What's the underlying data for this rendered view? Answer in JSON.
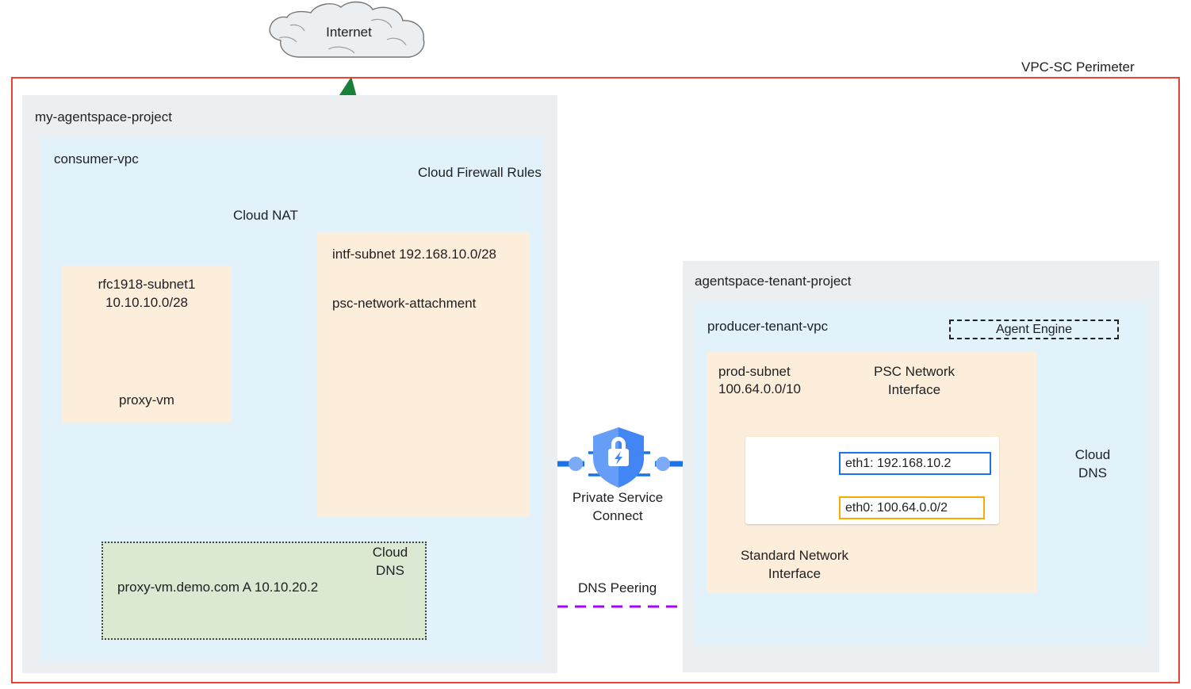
{
  "diagram": {
    "perimeter_label": "VPC-SC Perimeter",
    "internet_label": "Internet",
    "colors": {
      "perimeter": "#ea4335",
      "project_bg": "#eceff1",
      "vpc_bg": "#e1f2fb",
      "subnet_bg": "#fdeedc",
      "dns_zone_bg": "#dce9d2",
      "psc_blue": "#1a73e8",
      "nat_green": "#188038",
      "eth0_orange": "#f9ab00",
      "dns_peering_purple": "#aa00ff"
    },
    "consumer": {
      "project_name": "my-agentspace-project",
      "vpc_name": "consumer-vpc",
      "cloud_nat_label": "Cloud NAT",
      "firewall_label": "Cloud Firewall Rules",
      "rfc1918_subnet": "rfc1918-subnet1",
      "rfc1918_cidr": "10.10.10.0/28",
      "vm_name": "proxy-vm",
      "intf_subnet": "intf-subnet 192.168.10.0/28",
      "psc_attachment": "psc-network-attachment",
      "dns_record": "proxy-vm.demo.com  A 10.10.20.2",
      "dns_label": "Cloud DNS"
    },
    "psc": {
      "label": "Private Service Connect"
    },
    "tenant": {
      "project_name": "agentspace-tenant-project",
      "vpc_name": "producer-tenant-vpc",
      "agent_engine": "Agent Engine",
      "prod_subnet": "prod-subnet",
      "prod_cidr": "100.64.0.0/10",
      "psc_nif_label": "PSC Network Interface",
      "std_nif_label": "Standard Network Interface",
      "eth1": "eth1: 192.168.10.2",
      "eth0": "eth0: 100.64.0.0/2",
      "dns_label": "Cloud DNS"
    },
    "dns_peering_label": "DNS Peering",
    "icons": {
      "internet": "cloud-icon",
      "nat": "cloud-nat-icon",
      "firewall": "firewall-brick-icon",
      "vm": "cpu-chip-icon",
      "psc": "shield-lock-bolt-icon",
      "dns": "dns-server-icon"
    }
  }
}
